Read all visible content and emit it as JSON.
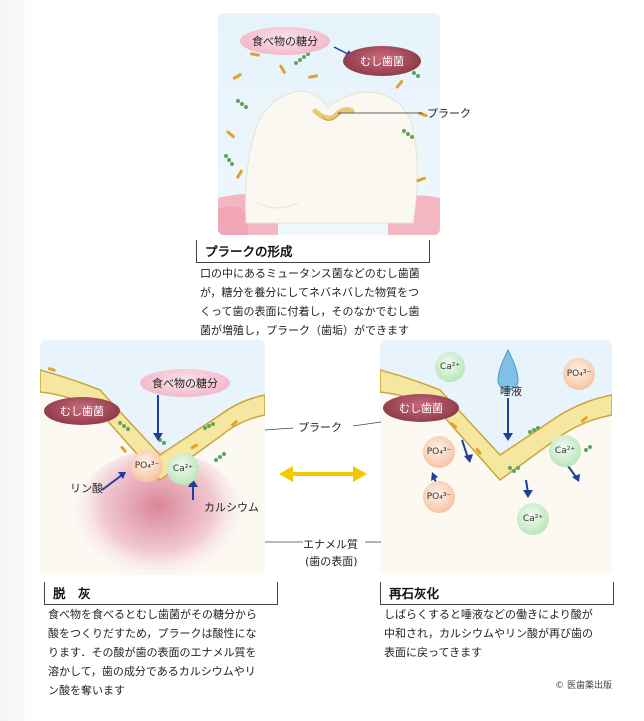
{
  "top_panel": {
    "sugar_label": "食べ物の糖分",
    "bacteria_label": "むし歯菌",
    "plaque_label": "プラーク"
  },
  "plaque_formation": {
    "title": "プラークの形成",
    "lines": [
      "口の中にあるミュータンス菌などのむし歯菌",
      "が，糖分を養分にしてネバネバした物質をつ",
      "くって歯の表面に付着し，そのなかでむし歯",
      "菌が増殖し，プラーク（歯垢）ができます"
    ]
  },
  "left_panel": {
    "sugar_label": "食べ物の糖分",
    "bacteria_label": "むし歯菌",
    "phosphate_ion": "PO₄³⁻",
    "calcium_ion": "Ca²⁺",
    "phosphoric_label": "リン酸",
    "calcium_label": "カルシウム"
  },
  "right_panel": {
    "bacteria_label": "むし歯菌",
    "saliva_label": "唾液",
    "ions": [
      "Ca²⁺",
      "PO₄³⁻",
      "PO₄³⁻",
      "Ca²⁺",
      "PO₄³⁻",
      "Ca²⁺"
    ]
  },
  "center": {
    "plaque_label": "プラーク",
    "enamel_label": "エナメル質",
    "enamel_sub": "(歯の表面)"
  },
  "demineralization": {
    "title": "脱　灰",
    "lines": [
      "食べ物を食べるとむし歯菌がその糖分から",
      "酸をつくりだすため，プラークは酸性にな",
      "ります．その酸が歯の表面のエナメル質を",
      "溶かして，歯の成分であるカルシウムやリ",
      "ン酸を奪います"
    ]
  },
  "remineralization": {
    "title": "再石灰化",
    "lines": [
      "しばらくすると唾液などの働きにより酸が",
      "中和され，カルシウムやリン酸が再び歯の",
      "表面に戻ってきます"
    ]
  },
  "copyright": "© 医歯薬出版",
  "colors": {
    "plaque": "#f5e7a0",
    "arrow": "#1f3f9a",
    "double_arrow": "#f2c900",
    "bacteria": "#7a2a3a",
    "sugar": "#f0a9bf"
  }
}
